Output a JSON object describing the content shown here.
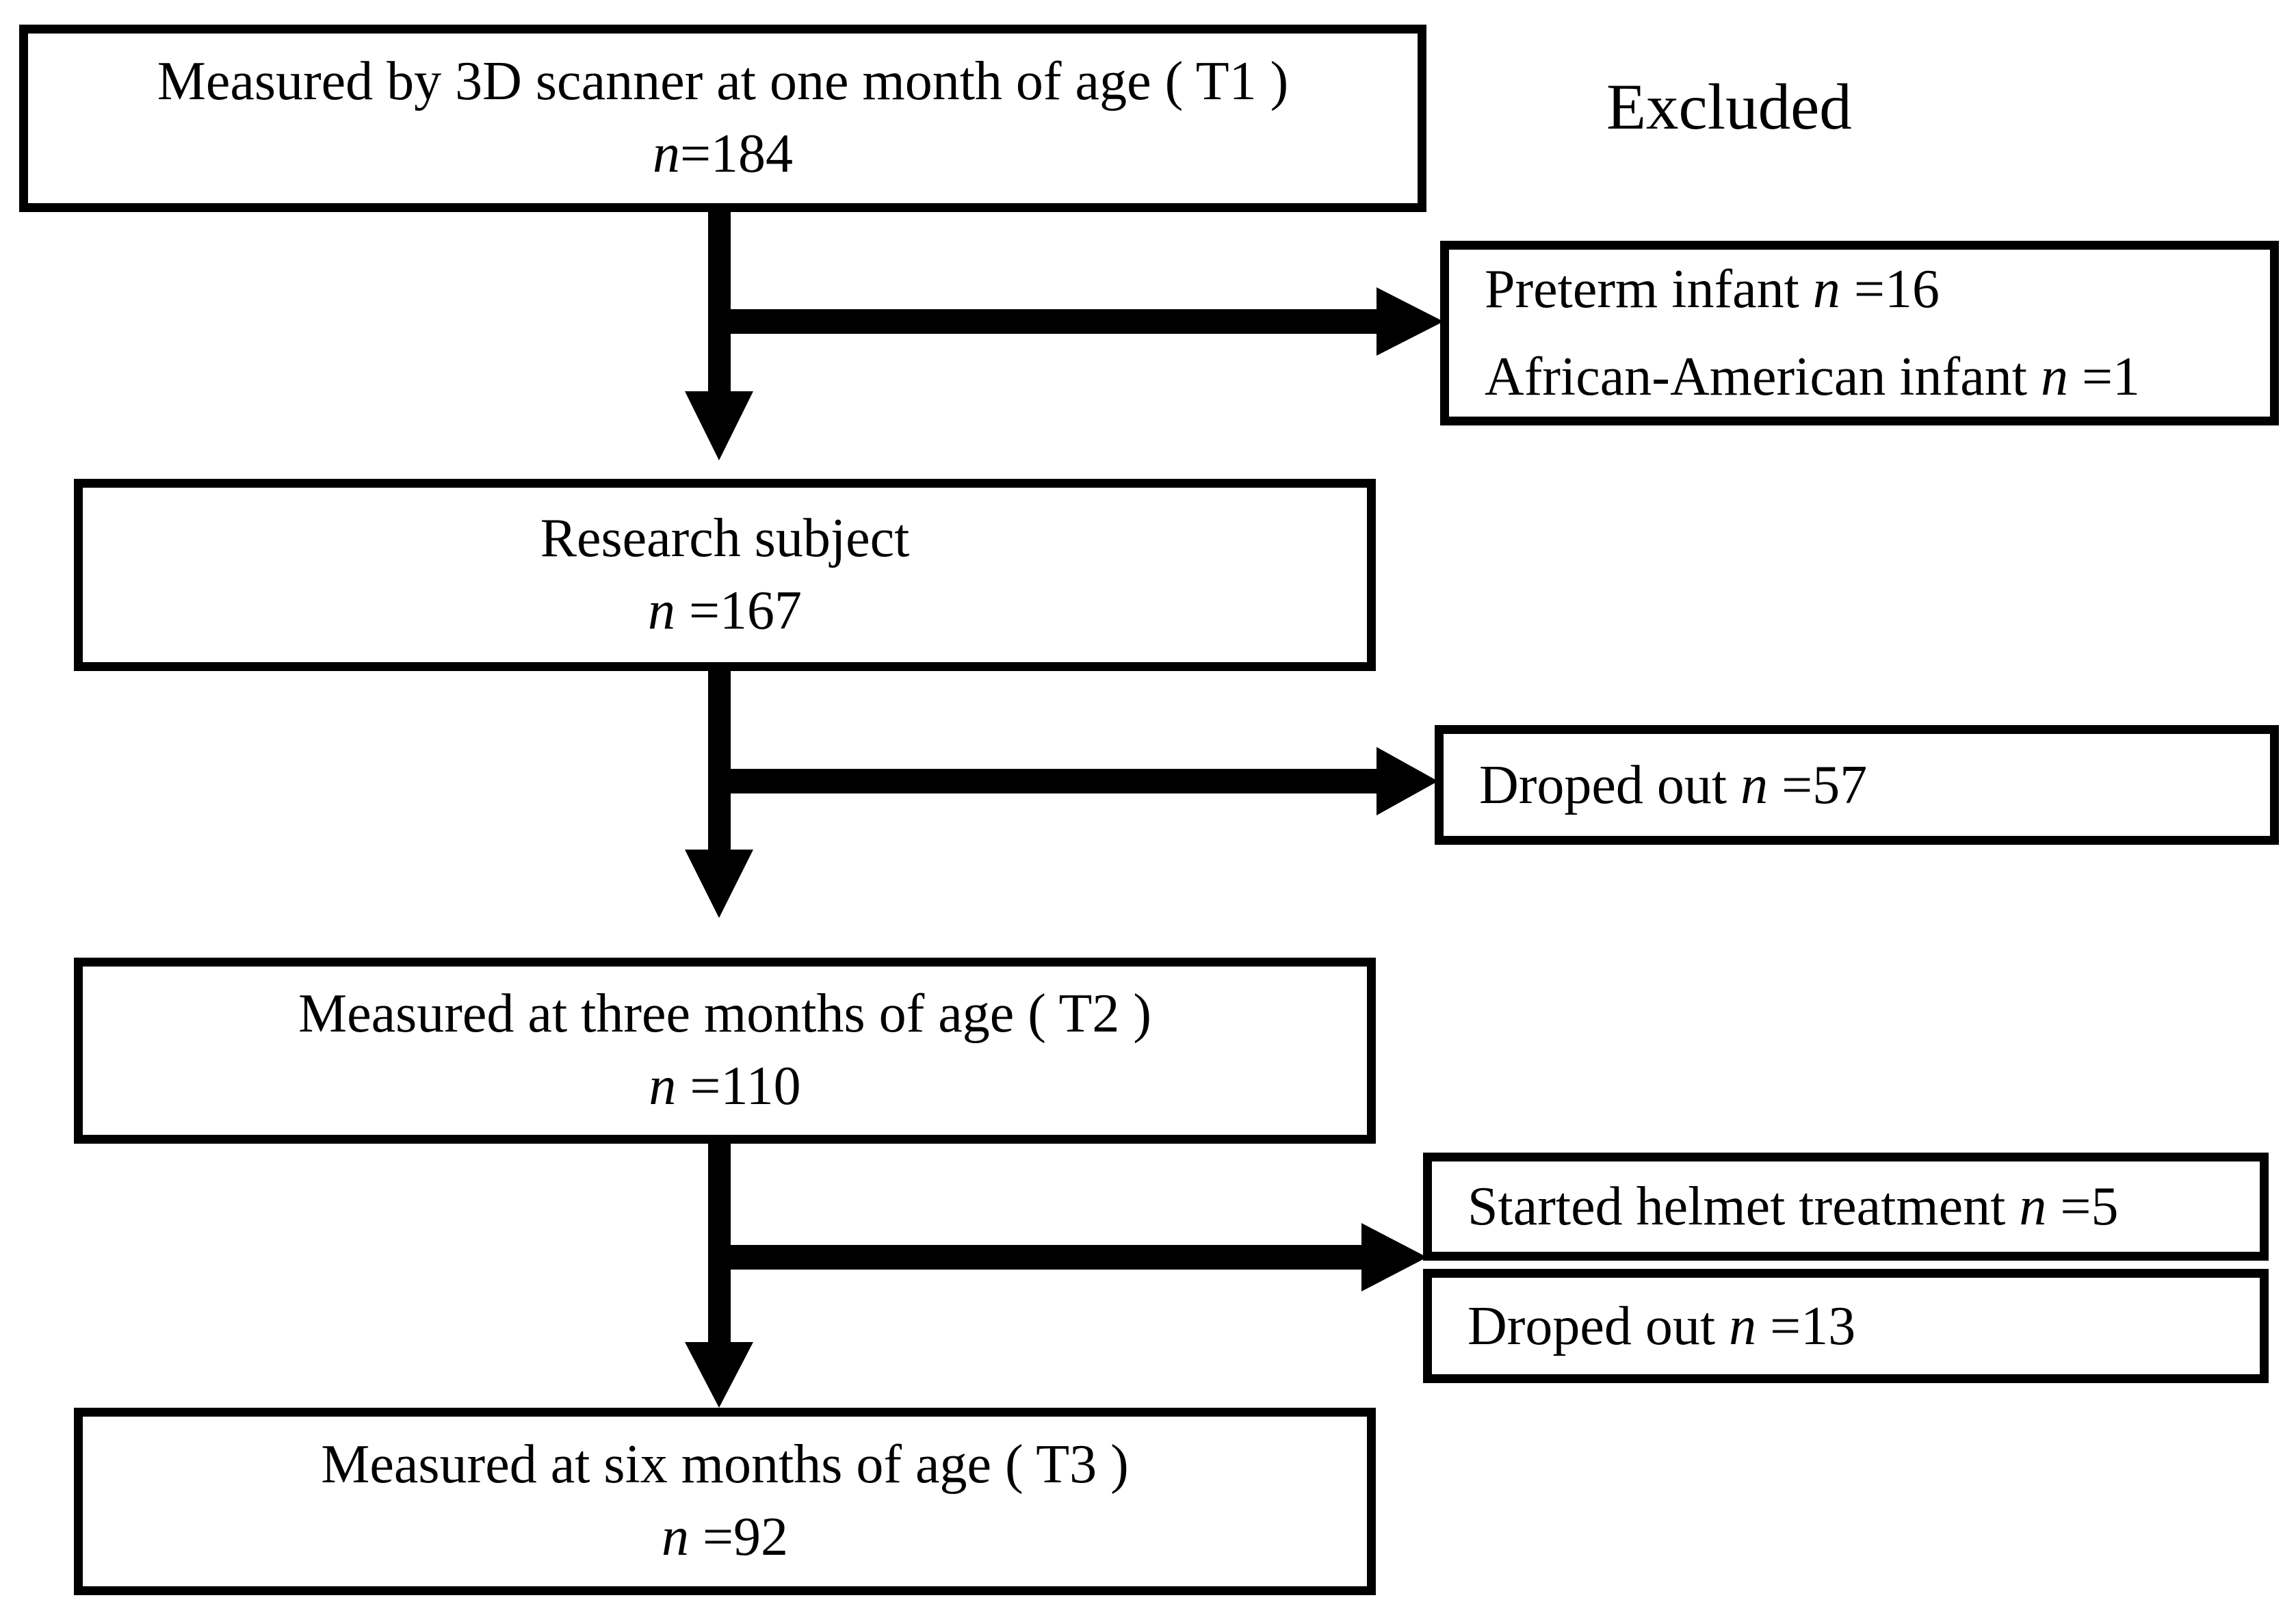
{
  "figure": {
    "colors": {
      "ink": "#000000",
      "background": "#ffffff"
    },
    "excluded_label": "Excluded",
    "boxes": {
      "t1": {
        "title": "Measured by 3D scanner at one month of age ( T1 )",
        "n": "n",
        "count": "=184"
      },
      "research": {
        "title": "Research subject",
        "n": "n",
        "count": " =167"
      },
      "t2": {
        "title": "Measured at three months of age ( T2 )",
        "n": "n",
        "count": " =110"
      },
      "t3": {
        "title": "Measured at six months of age ( T3 )",
        "n": "n",
        "count": " =92"
      },
      "excluded_reasons": {
        "line1": {
          "label": "Preterm infant ",
          "n": "n",
          "count": " =16"
        },
        "line2": {
          "label": "African-American infant ",
          "n": "n",
          "count": " =1"
        }
      },
      "dropout_after_t1": {
        "label": "Droped out ",
        "n": "n",
        "count": " =57"
      },
      "helmet": {
        "label": "Started helmet treatment ",
        "n": "n",
        "count": " =5"
      },
      "dropout_after_t2": {
        "label": "Droped out ",
        "n": "n",
        "count": " =13"
      }
    }
  }
}
